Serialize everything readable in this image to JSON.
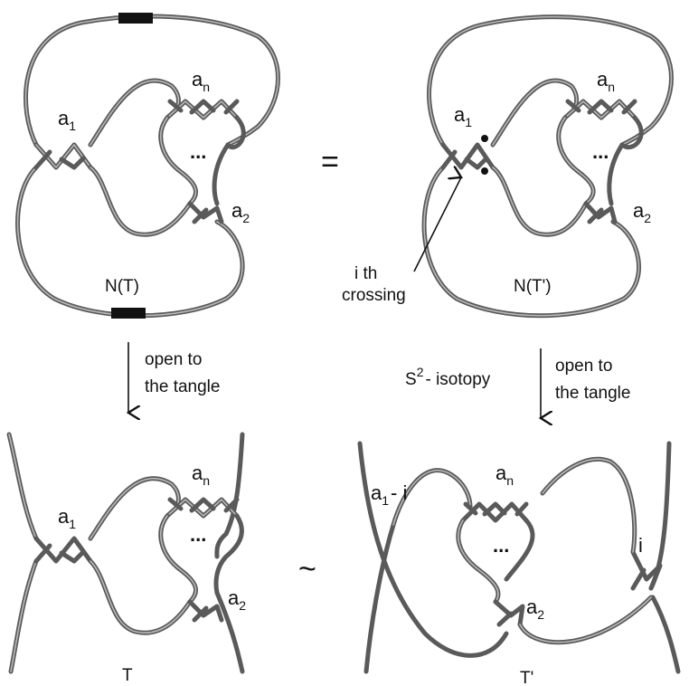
{
  "panels": {
    "top_left": {
      "caption": "N(T)",
      "label_a1": "a",
      "label_a1_sub": "1",
      "label_an": "a",
      "label_an_sub": "n",
      "label_a2": "a",
      "label_a2_sub": "2",
      "dots": "..."
    },
    "top_right": {
      "caption": "N(T')",
      "label_a1": "a",
      "label_a1_sub": "1",
      "label_an": "a",
      "label_an_sub": "n",
      "label_a2": "a",
      "label_a2_sub": "2",
      "dots": "...",
      "ith_line1": "i th",
      "ith_line2": "crossing"
    },
    "bottom_left": {
      "caption": "T",
      "label_a1": "a",
      "label_a1_sub": "1",
      "label_an": "a",
      "label_an_sub": "n",
      "label_a2": "a",
      "label_a2_sub": "2",
      "dots": "..."
    },
    "bottom_right": {
      "caption": "T'",
      "label_a1i": "a",
      "label_a1i_sub": "1",
      "label_a1i_rest": "- i",
      "label_an": "a",
      "label_an_sub": "n",
      "label_a2": "a",
      "label_a2_sub": "2",
      "label_i": "i",
      "dots": "..."
    }
  },
  "relations": {
    "equals": "=",
    "similar": "~",
    "left_arrow_line1": "open to",
    "left_arrow_line2": "the tangle",
    "right_arrow_line1": "open to",
    "right_arrow_line2": "the tangle",
    "isotopy_S": "S",
    "isotopy_sup": "2",
    "isotopy_rest": "- isotopy"
  }
}
